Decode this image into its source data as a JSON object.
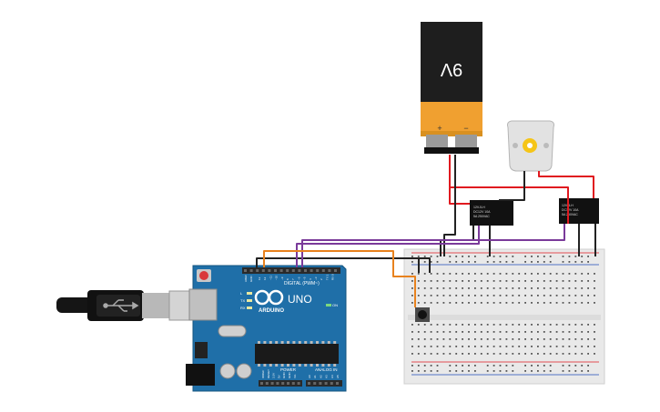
{
  "battery": {
    "voltage_label": "9V",
    "pos_label": "+",
    "neg_label": "−"
  },
  "arduino": {
    "brand": "ARDUINO",
    "model": "UNO",
    "digital_header": "DIGITAL (PWM~)",
    "power_header": "POWER",
    "analog_header": "ANALOG IN",
    "on_label": "ON",
    "tx_label": "TX",
    "rx_label": "RX",
    "l_label": "L",
    "aref_label": "AREF",
    "gnd_label": "GND",
    "digital_pins": [
      "13",
      "12",
      "~11",
      "~10",
      "~9",
      "8",
      "7",
      "~6",
      "~5",
      "4",
      "~3",
      "2",
      "TX 1",
      "RX 0"
    ],
    "power_pins": [
      "IOREF",
      "RESET",
      "3.3V",
      "5V",
      "GND",
      "GND",
      "Vin"
    ],
    "analog_pins": [
      "A0",
      "A1",
      "A2",
      "A3",
      "A4",
      "A5"
    ]
  },
  "relays": [
    {
      "name": "relay-left",
      "text": "12V-5-H\nDC12V 10A\n5A 250VAC"
    },
    {
      "name": "relay-right",
      "text": "12V-5-H\nDC12V 10A\n5A 250VAC"
    }
  ],
  "colors": {
    "wire_red": "#e0191f",
    "wire_black": "#222222",
    "wire_purple": "#7a3a9a",
    "wire_orange": "#e8821e",
    "arduino_blue": "#1f6fa8",
    "battery_black": "#1e1e1e",
    "battery_orange": "#f0a030",
    "breadboard": "#e9e9e9"
  }
}
